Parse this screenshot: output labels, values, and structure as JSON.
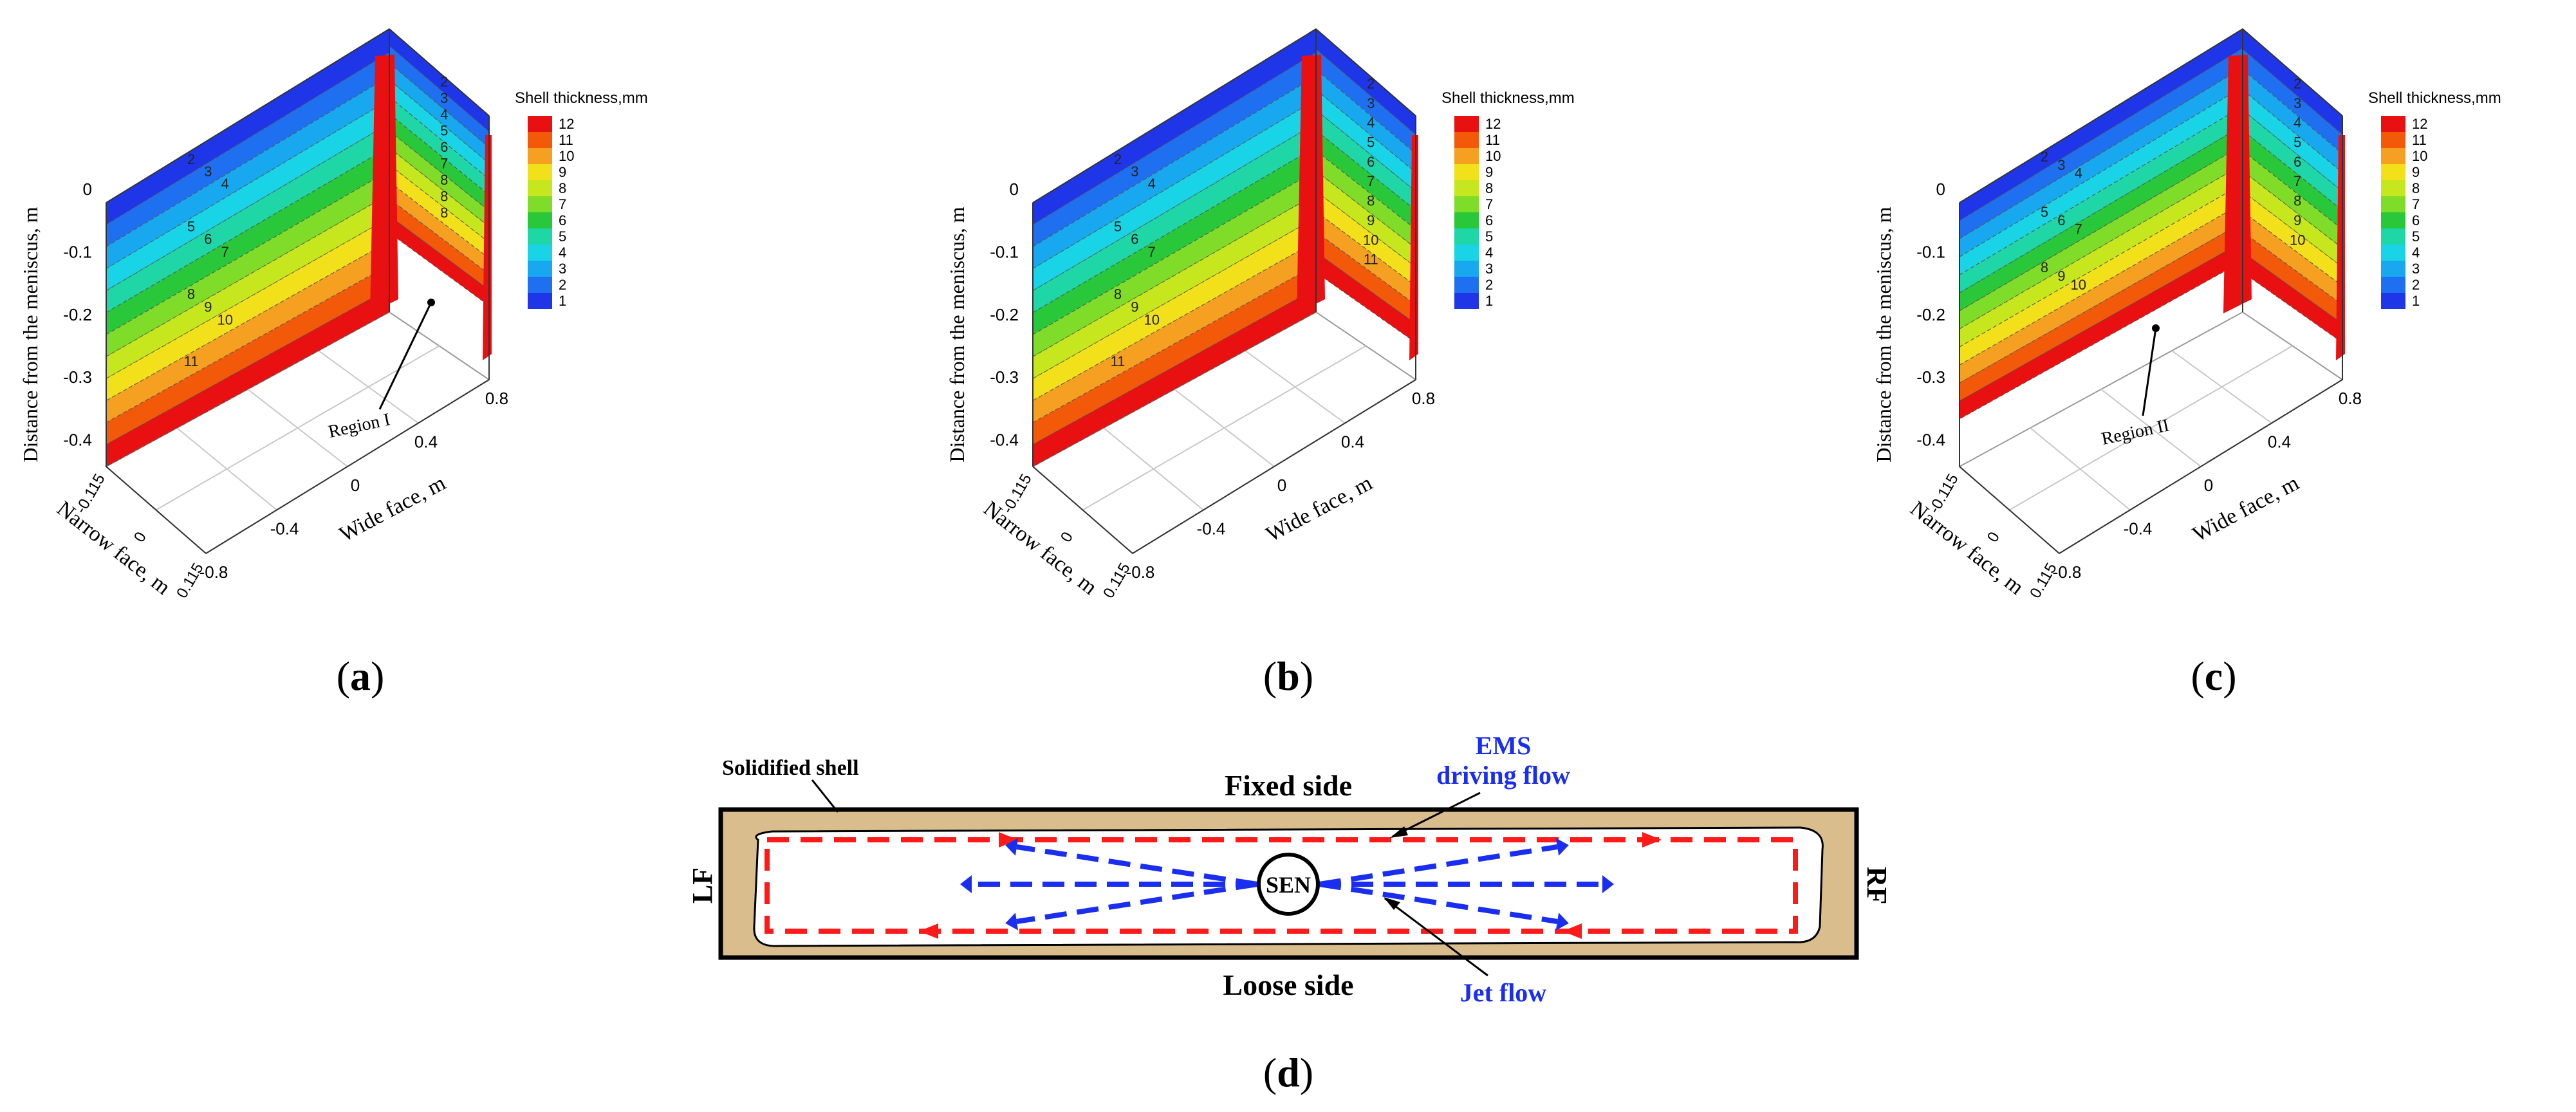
{
  "panels": [
    {
      "caption": "(a)",
      "caption_letter": "a",
      "z_axis_label": "Distance from the meniscus, m",
      "z_ticks": [
        "0",
        "-0.1",
        "-0.2",
        "-0.3",
        "-0.4"
      ],
      "wide_axis_label": "Wide face, m",
      "wide_ticks": [
        "-0.8",
        "-0.4",
        "0",
        "0.4",
        "0.8"
      ],
      "narrow_axis_label": "Narrow face, m",
      "narrow_ticks": [
        "-0.115",
        "0",
        "0.115"
      ],
      "annotation": "Region I",
      "contour_labels_left": [
        "2",
        "3",
        "4",
        "5",
        "6",
        "7",
        "8",
        "9",
        "10",
        "11"
      ],
      "contour_labels_right": [
        "2",
        "3",
        "4",
        "5",
        "6",
        "7",
        "8",
        "8",
        "8"
      ]
    },
    {
      "caption": "(b)",
      "caption_letter": "b",
      "z_axis_label": "Distance from the meniscus, m",
      "z_ticks": [
        "0",
        "-0.1",
        "-0.2",
        "-0.3",
        "-0.4"
      ],
      "wide_axis_label": "Wide face, m",
      "wide_ticks": [
        "-0.8",
        "-0.4",
        "0",
        "0.4",
        "0.8"
      ],
      "narrow_axis_label": "Narrow face, m",
      "narrow_ticks": [
        "-0.115",
        "0",
        "0.115"
      ],
      "annotation": "",
      "contour_labels_left": [
        "2",
        "3",
        "4",
        "5",
        "6",
        "7",
        "8",
        "9",
        "10",
        "11"
      ],
      "contour_labels_right": [
        "2",
        "3",
        "4",
        "5",
        "6",
        "7",
        "8",
        "9",
        "10",
        "11"
      ]
    },
    {
      "caption": "(c)",
      "caption_letter": "c",
      "z_axis_label": "Distance from the meniscus, m",
      "z_ticks": [
        "0",
        "-0.1",
        "-0.2",
        "-0.3",
        "-0.4"
      ],
      "wide_axis_label": "Wide face, m",
      "wide_ticks": [
        "-0.8",
        "-0.4",
        "0",
        "0.4",
        "0.8"
      ],
      "narrow_axis_label": "Narrow face, m",
      "narrow_ticks": [
        "-0.115",
        "0",
        "0.115"
      ],
      "annotation": "Region II",
      "contour_labels_left": [
        "2",
        "3",
        "4",
        "5",
        "6",
        "7",
        "8",
        "9",
        "10"
      ],
      "contour_labels_right": [
        "2",
        "3",
        "4",
        "5",
        "6",
        "7",
        "8",
        "9",
        "10"
      ]
    }
  ],
  "colorbar": {
    "title": "Shell thickness,mm",
    "levels": [
      "12",
      "11",
      "10",
      "9",
      "8",
      "7",
      "6",
      "5",
      "4",
      "3",
      "2",
      "1"
    ],
    "colors": [
      "#e81010",
      "#f25a0a",
      "#f5a020",
      "#f2e11a",
      "#c6e61e",
      "#7fdc28",
      "#28c83a",
      "#1ed6a6",
      "#18d4e6",
      "#18a8f0",
      "#1f70f0",
      "#1f36e8"
    ]
  },
  "schematic": {
    "caption": "(d)",
    "caption_letter": "d",
    "shell_label": "Solidified shell",
    "fixed_side": "Fixed side",
    "loose_side": "Loose side",
    "left_face": "LF",
    "right_face": "RF",
    "nozzle": "SEN",
    "ems_label_line1": "EMS",
    "ems_label_line2": "driving flow",
    "jet_label": "Jet flow",
    "colors": {
      "shell": "#d9bd8c",
      "ems": "#ff1a1a",
      "jet": "#1a2ef0",
      "label_blue": "#1a2ef0"
    }
  }
}
